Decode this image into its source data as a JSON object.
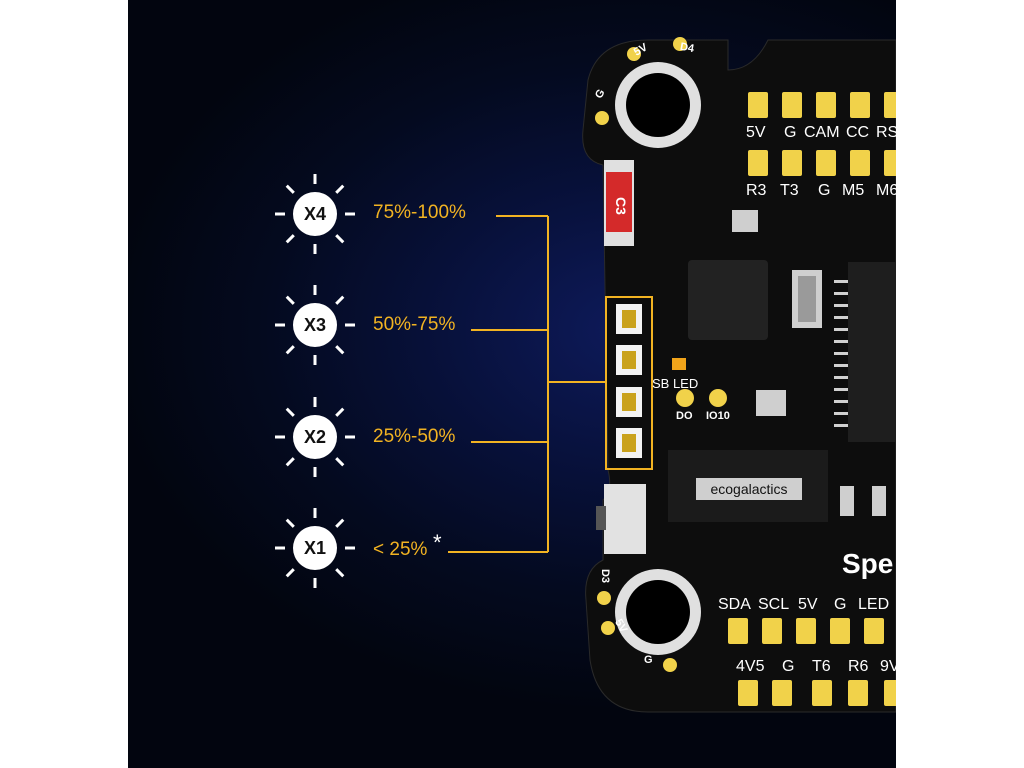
{
  "leds": [
    {
      "badge": "X4",
      "range": "75%-100%"
    },
    {
      "badge": "X3",
      "range": "50%-75%"
    },
    {
      "badge": "X2",
      "range": "25%-50%"
    },
    {
      "badge": "X1",
      "range": "< 25%",
      "note": "*"
    }
  ],
  "board": {
    "top_pads_upper": [
      "5V",
      "G",
      "CAM",
      "CC",
      "RS"
    ],
    "top_pads_lower": [
      "R3",
      "T3",
      "G",
      "M5",
      "M6"
    ],
    "bottom_pads_upper": [
      "SDA",
      "SCL",
      "5V",
      "G",
      "LED"
    ],
    "bottom_pads_lower": [
      "4V5",
      "G",
      "T6",
      "R6",
      "9V"
    ],
    "corner_top": {
      "left": "G",
      "mid": "5V",
      "right": "D4"
    },
    "corner_bottom": {
      "left": "D3",
      "mid": "5V",
      "right": "G"
    },
    "component_label": "C3",
    "led_pad_label": "SB LED",
    "small_pad_1": "DO",
    "small_pad_2": "IO10",
    "chip_label": "ecogalactics",
    "brand_fragment": "Spe"
  },
  "colors": {
    "accent": "#f2b322",
    "pcb": "#0d0d0d",
    "pad": "#f1d24a"
  }
}
